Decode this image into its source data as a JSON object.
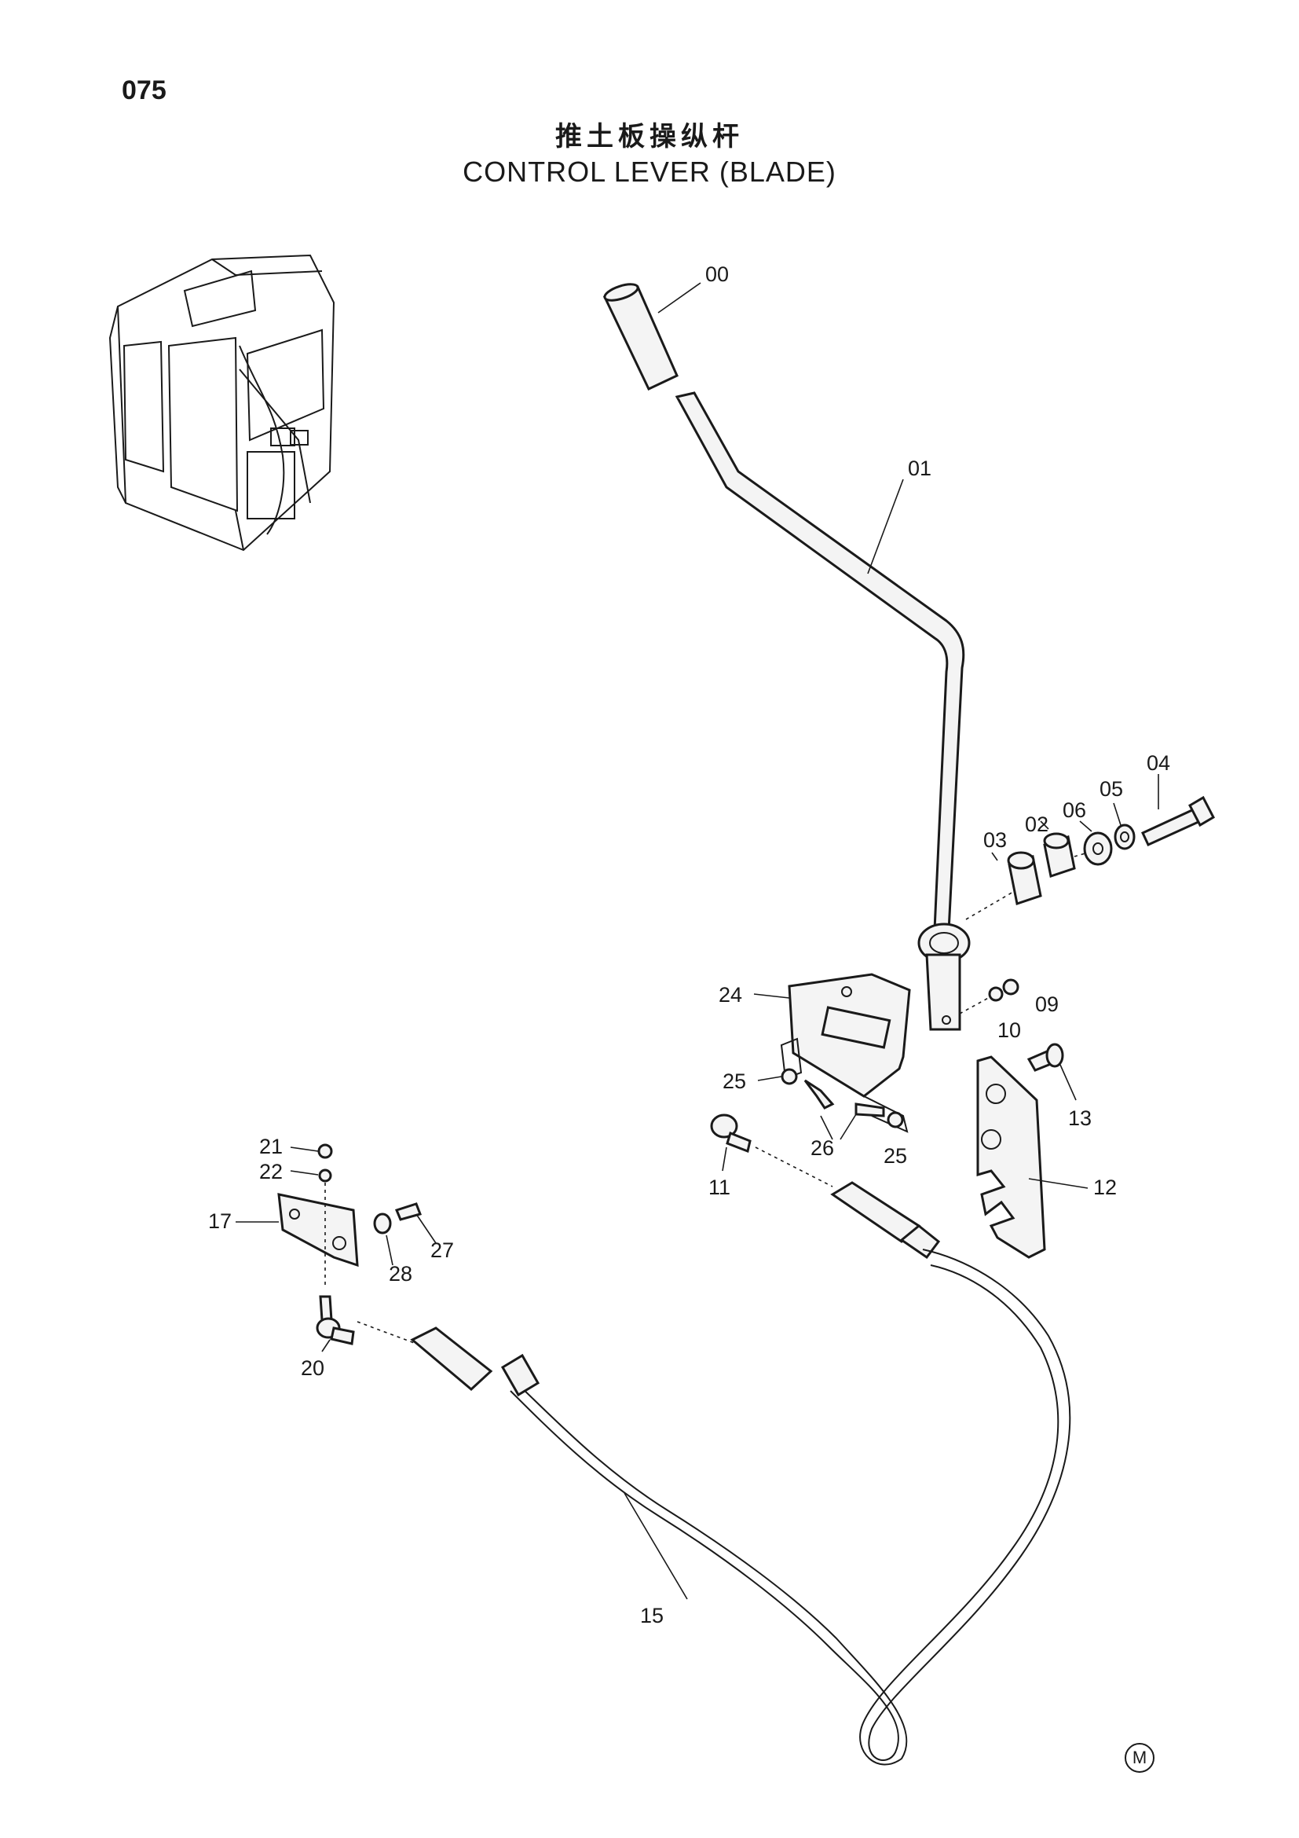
{
  "page_number": "075",
  "title_cn": "推土板操纵杆",
  "title_en": "CONTROL LEVER (BLADE)",
  "corner_mark": "M",
  "callouts": {
    "p00": "00",
    "p01": "01",
    "p02": "02",
    "p03": "03",
    "p04": "04",
    "p05": "05",
    "p06": "06",
    "p09": "09",
    "p10": "10",
    "p11": "11",
    "p12": "12",
    "p13": "13",
    "p15": "15",
    "p17": "17",
    "p20": "20",
    "p21": "21",
    "p22": "22",
    "p24": "24",
    "p25a": "25",
    "p25b": "25",
    "p26": "26",
    "p27": "27",
    "p28": "28"
  }
}
